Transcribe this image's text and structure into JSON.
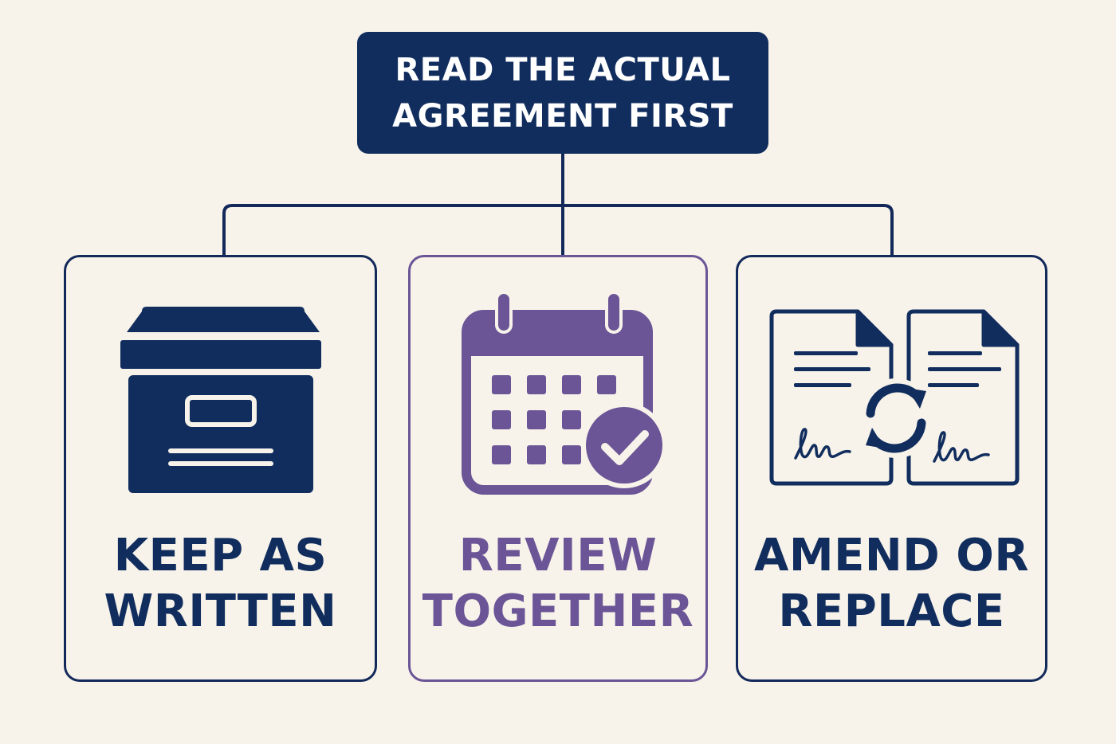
{
  "top": {
    "line1": "READ THE ACTUAL",
    "line2": "AGREEMENT FIRST"
  },
  "options": [
    {
      "line1": "KEEP AS",
      "line2": "WRITTEN",
      "icon": "archive-box-icon",
      "color": "#112d5e"
    },
    {
      "line1": "REVIEW",
      "line2": "TOGETHER",
      "icon": "calendar-check-icon",
      "color": "#6b5596"
    },
    {
      "line1": "AMEND OR",
      "line2": "REPLACE",
      "icon": "document-swap-icon",
      "color": "#112d5e"
    }
  ],
  "colors": {
    "background": "#f7f3ea",
    "navy": "#112d5e",
    "purple": "#6b5596"
  }
}
